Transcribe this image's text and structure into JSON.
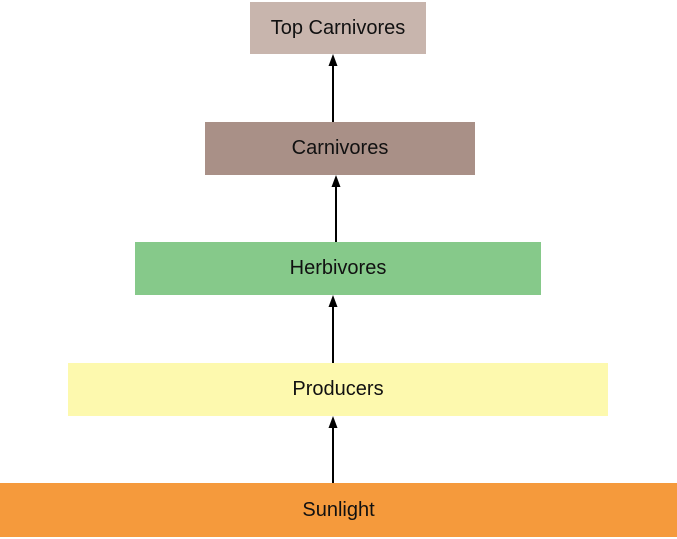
{
  "diagram": {
    "levels": [
      {
        "label": "Top Carnivores",
        "color": "#c8b5ad"
      },
      {
        "label": "Carnivores",
        "color": "#a99087"
      },
      {
        "label": "Herbivores",
        "color": "#86c98a"
      },
      {
        "label": "Producers",
        "color": "#fdf9ae"
      },
      {
        "label": "Sunlight",
        "color": "#f59a3c"
      }
    ],
    "arrow_color": "#000000"
  }
}
